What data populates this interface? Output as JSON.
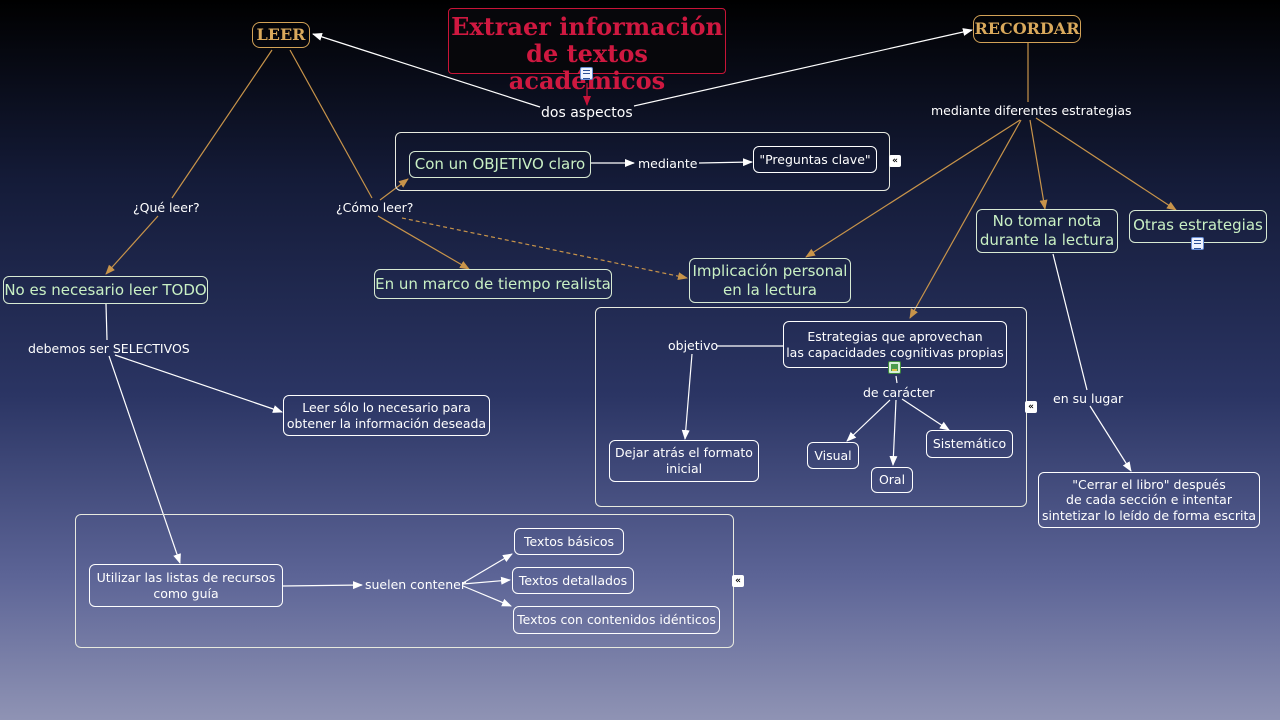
{
  "title": "Extraer información\nde textos académicos",
  "nodes": {
    "leer": "LEER",
    "recordar": "RECORDAR",
    "dos_aspectos": "dos aspectos",
    "mediante_diferentes": "mediante diferentes estrategias",
    "objetivo_claro": "Con un OBJETIVO claro",
    "mediante": "mediante",
    "preguntas_clave": "\"Preguntas clave\"",
    "que_leer": "¿Qué leer?",
    "como_leer": "¿Cómo leer?",
    "no_necesario": "No es necesario leer TODO",
    "marco_tiempo": "En un marco de tiempo realista",
    "implicacion": "Implicación personal\nen la lectura",
    "no_tomar_nota": "No tomar nota\ndurante la lectura",
    "otras_estrategias": "Otras estrategias",
    "debemos_selectivos": "debemos ser SELECTIVOS",
    "leer_necesario": "Leer sólo lo necesario para\nobtener la información deseada",
    "objetivo": "objetivo",
    "estrategias_cognitivas": "Estrategias que aprovechan\nlas capacidades cognitivas propias",
    "de_caracter": "de carácter",
    "dejar_atras": "Dejar atrás el formato\ninicial",
    "visual": "Visual",
    "oral": "Oral",
    "sistematico": "Sistemático",
    "en_su_lugar": "en su lugar",
    "cerrar_libro": "\"Cerrar el libro\" después\nde cada sección e intentar\nsintetizar lo leído de forma escrita",
    "utilizar_listas": "Utilizar las listas de recursos\ncomo guía",
    "suelen_contener": "suelen contener",
    "textos_basicos": "Textos básicos",
    "textos_detallados": "Textos detallados",
    "textos_identicos": "Textos con contenidos idénticos"
  },
  "icons": {
    "document": "document-icon",
    "image": "image-icon",
    "collapse": "collapse-icon",
    "collapse_glyph": "«"
  },
  "colors": {
    "gold_link": "#c8944a",
    "white_link": "#ffffff",
    "red_link": "#c8143a",
    "title_red": "#cf1840",
    "gold_text": "#d9a95c",
    "green_text": "#c9f0c4"
  }
}
